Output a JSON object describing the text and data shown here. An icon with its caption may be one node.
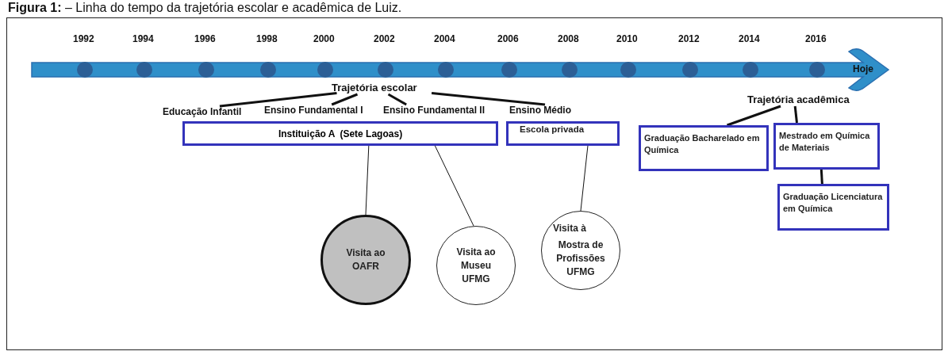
{
  "diagram": {
    "title": "**Figura 1:** – Linha do tempo da trajetória escolar e acadêmica de Luiz.",
    "nodes": [
      {
        "text": [
          "Hoje"
        ],
        "beside": [
          "1992",
          "1994",
          "1996",
          "1998",
          "2000",
          "2002",
          "2004",
          "2006",
          "2008",
          "2010",
          "2012",
          "2014",
          "2016"
        ]
      },
      {
        "text": [
          "Trajetória escolar"
        ]
      },
      {
        "text": [
          "Educação Infantil"
        ]
      },
      {
        "text": [
          "Ensino Fundamental I"
        ]
      },
      {
        "text": [
          "Ensino Fundamental II"
        ]
      },
      {
        "text": [
          "Ensino Médio"
        ]
      },
      {
        "text": [
          "Instituição A",
          "(Sete Lagoas)"
        ]
      },
      {
        "text": [
          "Escola privada"
        ]
      },
      {
        "text": [
          "Visita ao OAFR"
        ]
      },
      {
        "text": [
          "Visita ao Museu UFMG"
        ]
      },
      {
        "text": [
          "Visita à",
          "Mostra de Profissões UFMG"
        ]
      },
      {
        "text": [
          "Trajetória acadêmica"
        ]
      },
      {
        "text": [
          "Graduação Bacharelado em Química"
        ]
      },
      {
        "text": [
          "Mestrado em Química de Materiais"
        ]
      },
      {
        "text": [
          "Graduação Licenciatura em Química"
        ]
      }
    ],
    "edges": [
      {
        "from": 1,
        "to": 2,
        "arrow": "none"
      },
      {
        "from": 1,
        "to": 3,
        "arrow": "none"
      },
      {
        "from": 1,
        "to": 4,
        "arrow": "none"
      },
      {
        "from": 1,
        "to": 5,
        "arrow": "none"
      },
      {
        "from": 6,
        "to": 8,
        "arrow": "none"
      },
      {
        "from": 6,
        "to": 9,
        "arrow": "none"
      },
      {
        "from": 7,
        "to": 10,
        "arrow": "none"
      },
      {
        "from": 11,
        "to": 12,
        "arrow": "none"
      },
      {
        "from": 11,
        "to": 13,
        "arrow": "none"
      },
      {
        "from": 13,
        "to": 14,
        "arrow": "none"
      }
    ]
  }
}
